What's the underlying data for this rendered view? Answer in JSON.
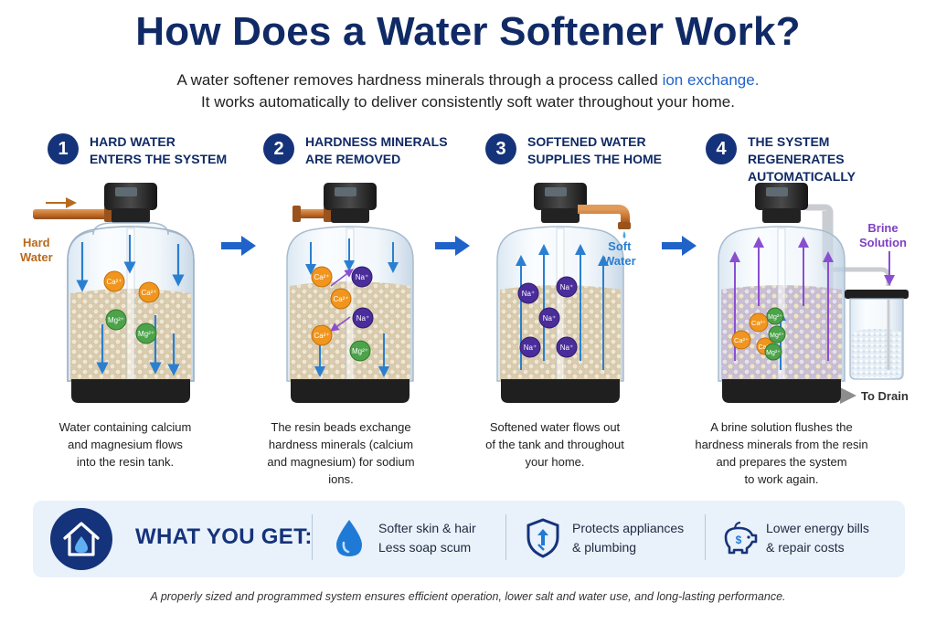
{
  "header": {
    "title": "How Does a Water Softener Work?",
    "subtitle_line1_before": "A water softener removes hardness minerals through a process called ",
    "subtitle_line1_highlight": "ion exchange.",
    "subtitle_line2": "It works automatically to deliver consistently soft water throughout your home."
  },
  "steps": [
    {
      "number": "1",
      "title_line1": "HARD WATER",
      "title_line2": "ENTERS THE SYSTEM",
      "caption_line1": "Water containing calcium",
      "caption_line2": "and magnesium flows",
      "caption_line3": "into the resin tank.",
      "caption_line4": ""
    },
    {
      "number": "2",
      "title_line1": "HARDNESS MINERALS",
      "title_line2": "ARE REMOVED",
      "caption_line1": "The resin beads exchange",
      "caption_line2": "hardness minerals (calcium",
      "caption_line3": "and magnesium) for sodium",
      "caption_line4": "ions."
    },
    {
      "number": "3",
      "title_line1": "SOFTENED WATER",
      "title_line2": "SUPPLIES THE HOME",
      "caption_line1": "Softened water flows out",
      "caption_line2": "of the tank and throughout",
      "caption_line3": "your home.",
      "caption_line4": ""
    },
    {
      "number": "4",
      "title_line1": "THE SYSTEM REGENERATES",
      "title_line2": "AUTOMATICALLY",
      "caption_line1": "A brine solution flushes the",
      "caption_line2": "hardness minerals from the resin",
      "caption_line3": "and prepares the system",
      "caption_line4": "to work again."
    }
  ],
  "flow_labels": {
    "hard_line1": "Hard",
    "hard_line2": "Water",
    "soft_line1": "Soft",
    "soft_line2": "Water",
    "brine_line1": "Brine",
    "brine_line2": "Solution",
    "drain": "To Drain"
  },
  "ions": {
    "calcium": "Ca²⁺",
    "magnesium": "Mg²⁺",
    "sodium": "Na⁺"
  },
  "banner": {
    "heading": "WHAT YOU GET:",
    "benefits": [
      {
        "icon": "water-drop-icon",
        "line1": "Softer skin & hair",
        "line2": "Less soap scum"
      },
      {
        "icon": "shield-icon",
        "line1": "Protects appliances",
        "line2": "& plumbing"
      },
      {
        "icon": "piggy-bank-icon",
        "line1": "Lower energy bills",
        "line2": "& repair costs"
      }
    ]
  },
  "footer": "A properly sized and programmed system ensures efficient operation, lower salt and water use, and long-lasting performance.",
  "colors": {
    "navy": "#15337a",
    "title": "#102a66",
    "highlight": "#1f63c9",
    "copper": "#b86a1f",
    "calcium": "#f0951e",
    "magnesium": "#4ca34a",
    "sodium": "#4a2d9a",
    "brine": "#7d3fc4",
    "flow_blue": "#2a7fd0"
  }
}
